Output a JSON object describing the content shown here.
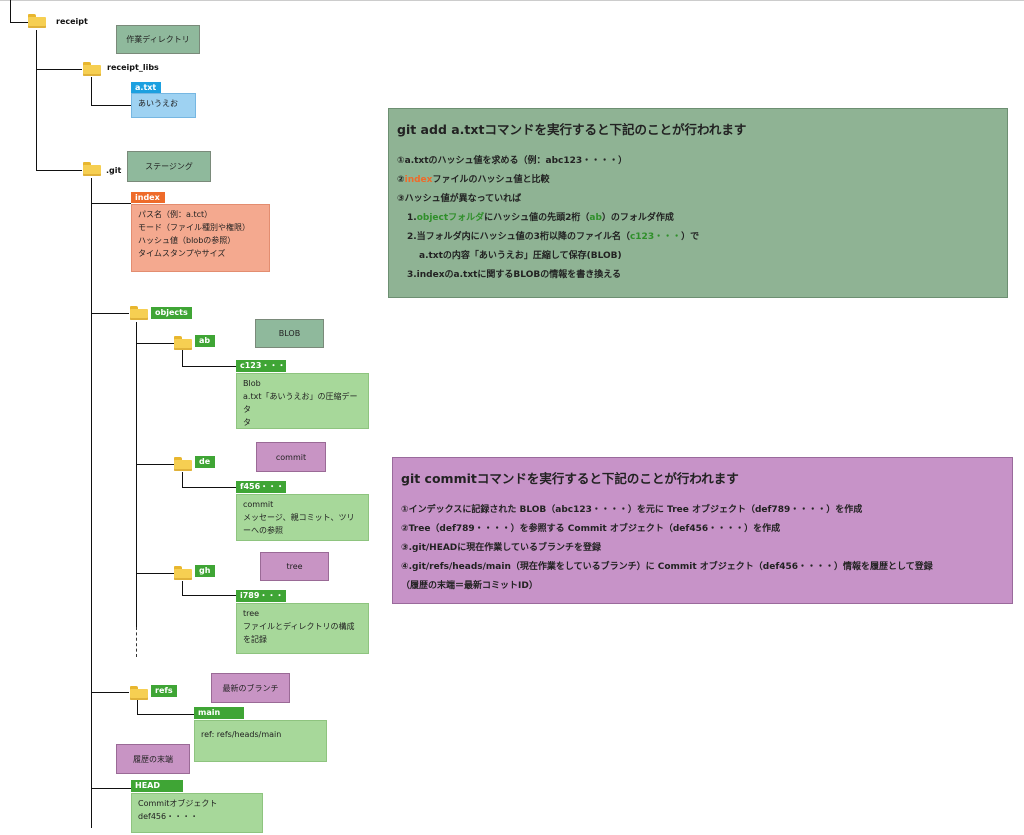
{
  "tree": {
    "receipt": "receipt",
    "receipt_libs": "receipt_libs",
    "a_txt": "a.txt",
    "a_txt_content": "あいうえお",
    "git": ".git",
    "index": "index",
    "index_lines": [
      "パス名（例：a.tct）",
      "モード（ファイル種別や権限）",
      "ハッシュ値（blobの参照）",
      "タイムスタンプやサイズ"
    ],
    "objects": "objects",
    "ab": "ab",
    "ab_file": "c123・・・・",
    "ab_lines": [
      "Blob",
      "a.txt「あいうえお」の圧縮データ"
    ],
    "de": "de",
    "de_file": "f456・・・・",
    "de_lines": [
      "commit",
      "メッセージ、親コミット、ツリーへの参照"
    ],
    "gh": "gh",
    "gh_file": "i789・・・・",
    "gh_lines": [
      "tree",
      "ファイルとディレクトリの構成を記録"
    ],
    "refs": "refs",
    "main": "main",
    "main_line": "ref: refs/heads/main",
    "head": "HEAD",
    "head_lines": [
      "Commitオブジェクト",
      "def456・・・・"
    ]
  },
  "callouts": {
    "workdir": "作業ディレクトリ",
    "staging": "ステージング",
    "blob": "BLOB",
    "commit": "commit",
    "tree": "tree",
    "latest_branch": "最新のブランチ",
    "history_end": "履歴の末端"
  },
  "panel_add": {
    "title": "git add a.txtコマンドを実行すると下記のことが行われます",
    "r1": "①a.txtのハッシュ値を求める（例：abc123・・・・）",
    "r2a": "②",
    "r2b": "index",
    "r2c": "ファイルのハッシュ値と比較",
    "r3": "③ハッシュ値が異なっていれば",
    "r4a": "1.",
    "r4b": "objectフォルダ",
    "r4c": "にハッシュ値の先頭2桁（",
    "r4d": "ab",
    "r4e": "）のフォルダ作成",
    "r5a": "2.当フォルダ内にハッシュ値の3桁以降のファイル名（",
    "r5b": "c123・・・",
    "r5c": "）で",
    "r6": "a.txtの内容「あいうえお」圧縮して保存(BLOB)",
    "r7": "3.indexのa.txtに関するBLOBの情報を書き換える"
  },
  "panel_commit": {
    "title": "git commitコマンドを実行すると下記のことが行われます",
    "r1": "①インデックスに記録された BLOB（abc123・・・・）を元に Tree オブジェクト（def789・・・・）を作成",
    "r2": "②Tree（def789・・・・）を参照する Commit オブジェクト（def456・・・・）を作成",
    "r3": "③.git/HEADに現在作業しているブランチを登録",
    "r4": "④.git/refs/heads/main（現在作業をしているブランチ）に Commit オブジェクト（def456・・・・）情報を履歴として登録",
    "r5": "（履歴の末端＝最新コミットID）"
  },
  "colors": {
    "green_tag": "#3fa535",
    "orange_tag": "#ee6b2a",
    "blue_tag": "#1ca0e0",
    "panel_green": "#8fb394",
    "panel_purple": "#c793c8"
  }
}
